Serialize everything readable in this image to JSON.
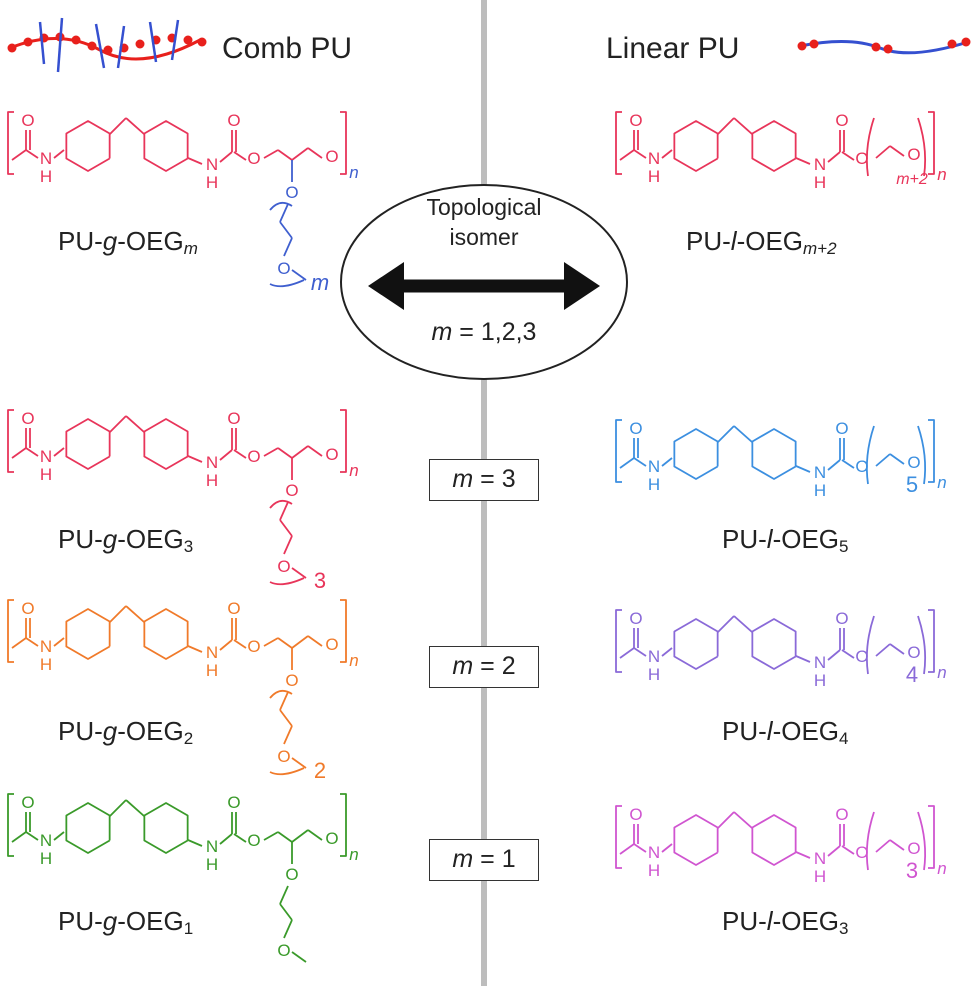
{
  "header": {
    "comb": "Comb PU",
    "linear": "Linear PU"
  },
  "center": {
    "isomer_line1": "Topological",
    "isomer_line2": "isomer",
    "m_label": "m",
    "m_values": " = 1,2,3"
  },
  "labels": {
    "top_comb": {
      "pre": "PU-",
      "it": "g",
      "mid": "-OEG",
      "sub": "m"
    },
    "top_linear": {
      "pre": "PU-",
      "it": "l",
      "mid": "-OEG",
      "sub": "m+2"
    },
    "comb3": {
      "pre": "PU-",
      "it": "g",
      "mid": "-OEG",
      "sub": "3"
    },
    "comb2": {
      "pre": "PU-",
      "it": "g",
      "mid": "-OEG",
      "sub": "2"
    },
    "comb1": {
      "pre": "PU-",
      "it": "g",
      "mid": "-OEG",
      "sub": "1"
    },
    "linear5": {
      "pre": "PU-",
      "it": "l",
      "mid": "-OEG",
      "sub": "5"
    },
    "linear4": {
      "pre": "PU-",
      "it": "l",
      "mid": "-OEG",
      "sub": "4"
    },
    "linear3": {
      "pre": "PU-",
      "it": "l",
      "mid": "-OEG",
      "sub": "3"
    }
  },
  "boxes": [
    {
      "m": "m",
      "val": " = 3"
    },
    {
      "m": "m",
      "val": " = 2"
    },
    {
      "m": "m",
      "val": " = 1"
    }
  ],
  "atoms": {
    "O": "O",
    "N": "N",
    "H": "H",
    "n": "n"
  },
  "repeat_counts": {
    "comb_generic": "m",
    "comb3": "3",
    "comb2": "2",
    "linear_generic": "m+2",
    "linear5": "5",
    "linear4": "4",
    "linear3": "3"
  },
  "colors": {
    "text": "#222222",
    "pink": "#e8355a",
    "blue_generic": "#3f5fcf",
    "orange": "#f07a2a",
    "green": "#3a9a2a",
    "light_blue": "#3c8fe0",
    "purple": "#8a6ad8",
    "magenta": "#d055d0",
    "axis": "#bdbdbd",
    "cartoon_red": "#e8201c",
    "cartoon_blue": "#3550d0"
  }
}
